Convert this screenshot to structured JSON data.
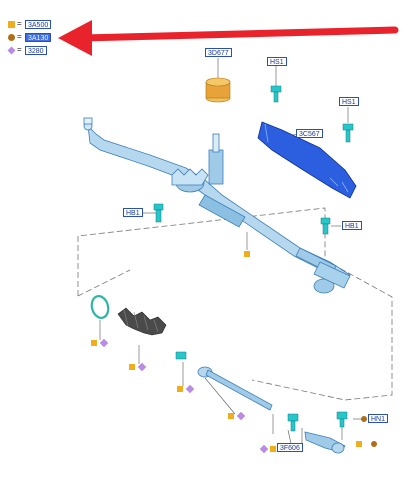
{
  "legend": [
    {
      "symbol": "square-icon",
      "label": "3A500",
      "color": "#f0ae1c",
      "highlighted": false
    },
    {
      "symbol": "circle-icon",
      "label": "3A130",
      "color": "#b06e1a",
      "highlighted": true
    },
    {
      "symbol": "diamond-icon",
      "label": "3280",
      "color": "#b98ae6",
      "highlighted": false
    }
  ],
  "callouts": {
    "mount_bushing": "3D677",
    "heat_shield": "3C567",
    "hs_top": "HS1",
    "hs_right": "HS1",
    "hb_left": "HB1",
    "hb_right": "HB1",
    "tie_rod": "3F606",
    "hn": "HN1"
  },
  "colors": {
    "arrow": "#e8232b",
    "part_blue": "#9fcbe8",
    "part_outline": "#3d7fb8",
    "shield": "#2b5fe0",
    "bushing": "#e8a23a",
    "fastener": "#29c6c9"
  }
}
